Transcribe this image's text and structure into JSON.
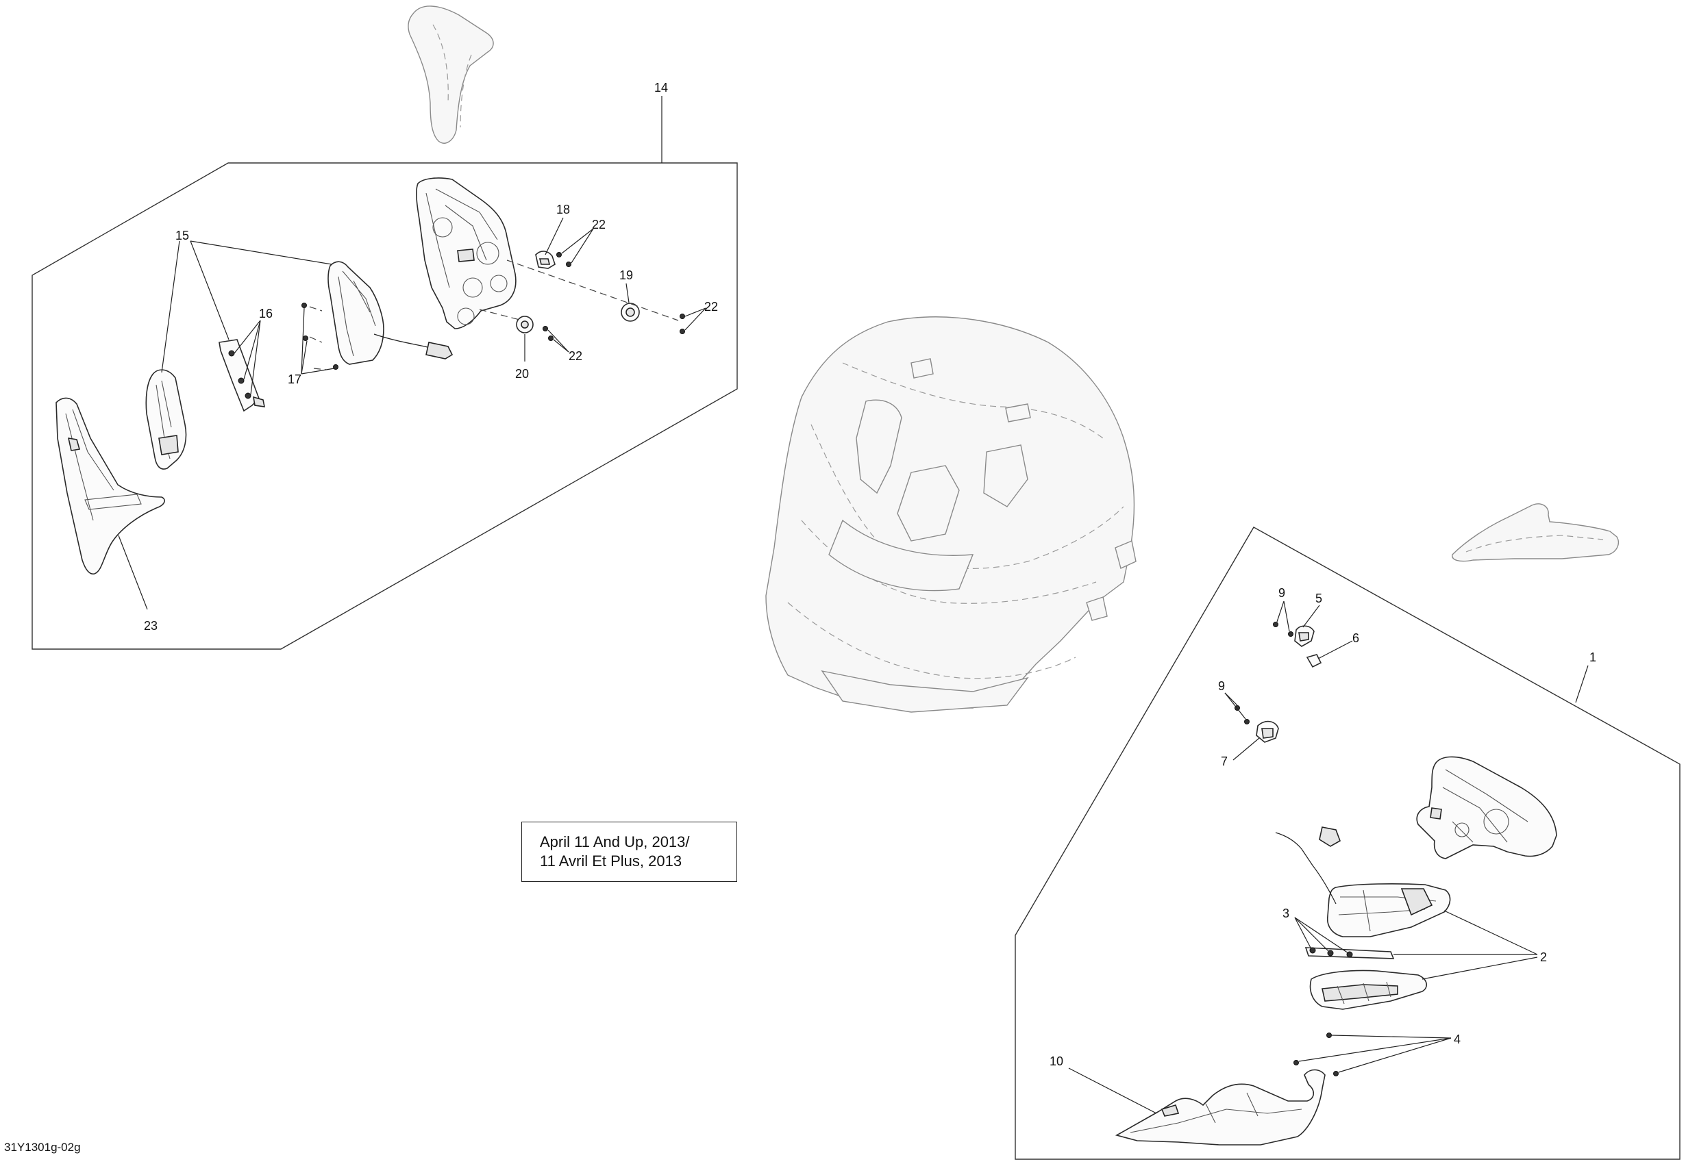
{
  "note": {
    "line1": "April 11 And Up, 2013/",
    "line2": "11 Avril Et Plus, 2013"
  },
  "drawing_code": "31Y1301g-02g",
  "callouts": {
    "c1": "1",
    "c2": "2",
    "c3": "3",
    "c4": "4",
    "c5": "5",
    "c6": "6",
    "c7": "7",
    "c9a": "9",
    "c9b": "9",
    "c10": "10",
    "c14": "14",
    "c15": "15",
    "c16": "16",
    "c17": "17",
    "c18": "18",
    "c19": "19",
    "c20": "20",
    "c22a": "22",
    "c22b": "22",
    "c22c": "22",
    "c23": "23"
  }
}
